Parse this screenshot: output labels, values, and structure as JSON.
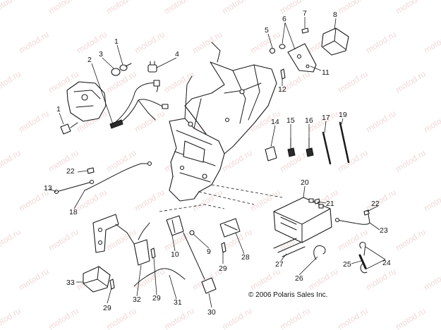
{
  "watermark": "motod.ru",
  "copyright": "© 2006 Polaris Sales Inc.",
  "callouts": [
    {
      "id": "c1a",
      "label": "1"
    },
    {
      "id": "c1b",
      "label": "1"
    },
    {
      "id": "c2",
      "label": "2"
    },
    {
      "id": "c3",
      "label": "3"
    },
    {
      "id": "c4",
      "label": "4"
    },
    {
      "id": "c5",
      "label": "5"
    },
    {
      "id": "c6",
      "label": "6"
    },
    {
      "id": "c7",
      "label": "7"
    },
    {
      "id": "c8",
      "label": "8"
    },
    {
      "id": "c9",
      "label": "9"
    },
    {
      "id": "c10",
      "label": "10"
    },
    {
      "id": "c11",
      "label": "11"
    },
    {
      "id": "c12",
      "label": "12"
    },
    {
      "id": "c13",
      "label": "13"
    },
    {
      "id": "c14",
      "label": "14"
    },
    {
      "id": "c15",
      "label": "15"
    },
    {
      "id": "c16",
      "label": "16"
    },
    {
      "id": "c17",
      "label": "17"
    },
    {
      "id": "c18",
      "label": "18"
    },
    {
      "id": "c19",
      "label": "19"
    },
    {
      "id": "c20",
      "label": "20"
    },
    {
      "id": "c21",
      "label": "21"
    },
    {
      "id": "c22a",
      "label": "22"
    },
    {
      "id": "c22b",
      "label": "22"
    },
    {
      "id": "c23",
      "label": "23"
    },
    {
      "id": "c24",
      "label": "24"
    },
    {
      "id": "c25",
      "label": "25"
    },
    {
      "id": "c26",
      "label": "26"
    },
    {
      "id": "c27",
      "label": "27"
    },
    {
      "id": "c28",
      "label": "28"
    },
    {
      "id": "c29a",
      "label": "29"
    },
    {
      "id": "c29b",
      "label": "29"
    },
    {
      "id": "c29c",
      "label": "29"
    },
    {
      "id": "c30",
      "label": "30"
    },
    {
      "id": "c31",
      "label": "31"
    },
    {
      "id": "c32",
      "label": "32"
    },
    {
      "id": "c33",
      "label": "33"
    }
  ]
}
